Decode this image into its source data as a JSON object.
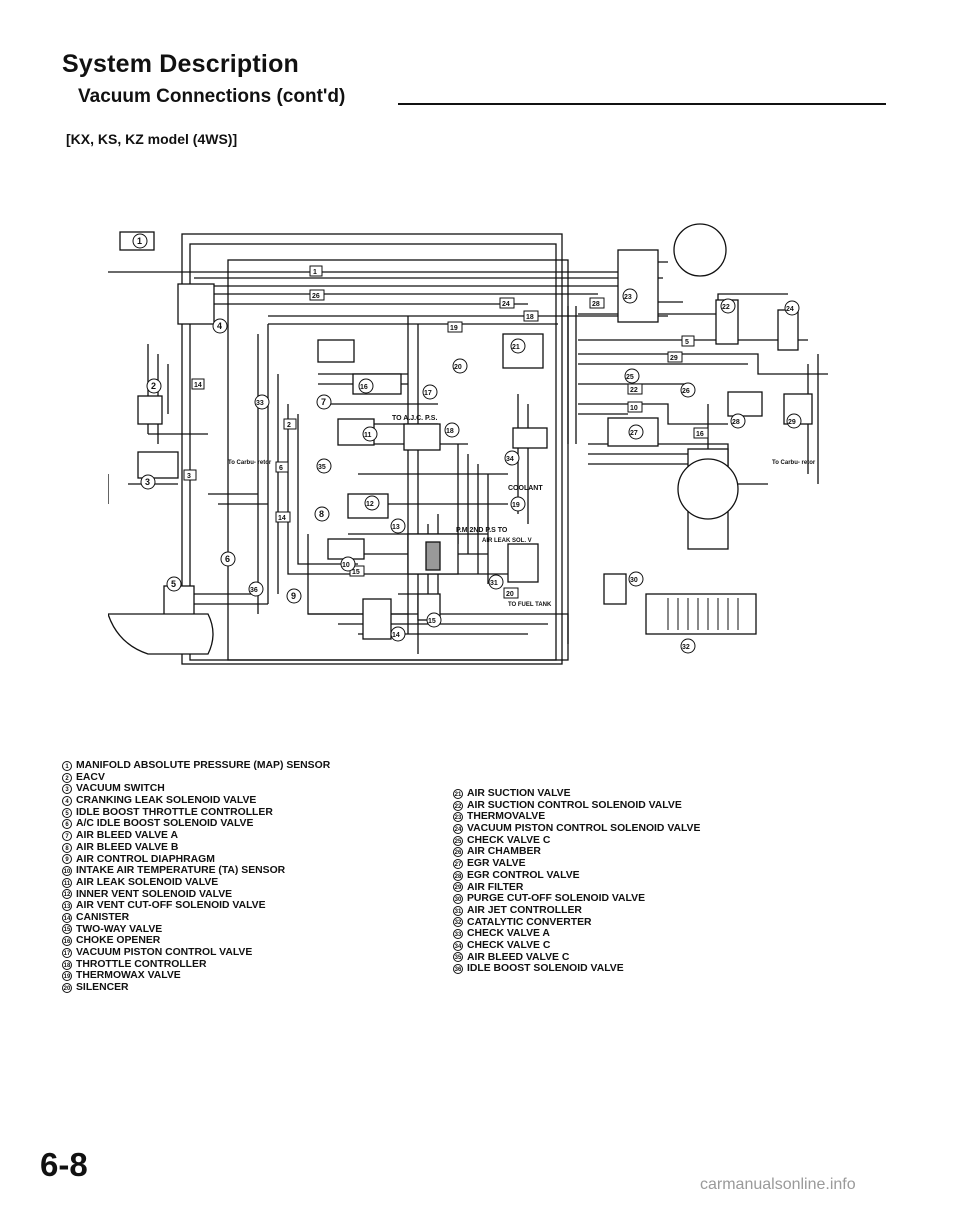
{
  "header": {
    "title": "System Description",
    "subtitle": "Vacuum Connections (cont'd)",
    "model": "[KX, KS, KZ model (4WS)]"
  },
  "diagram": {
    "labels": {
      "to_ajc_ps": "TO A.J.C. P.S.",
      "to_carburetor_left": "To Carbu- retor",
      "to_carburetor_right": "To Carbu- retor",
      "coolant": "COOLANT",
      "pm_2nd_ps_to": "P.M 2ND P.S TO",
      "air_leak_sol_v": "AIR LEAK SOL. V",
      "to_fuel_tank": "TO FUEL TANK"
    },
    "hose_numbers": [
      "1",
      "2",
      "3",
      "5",
      "6",
      "10",
      "11",
      "12",
      "14",
      "15",
      "16",
      "17",
      "18",
      "19",
      "20",
      "21",
      "22",
      "23",
      "24",
      "25",
      "26",
      "27",
      "28",
      "29"
    ]
  },
  "legend": {
    "left": [
      {
        "num": "1",
        "text": "MANIFOLD ABSOLUTE PRESSURE (MAP) SENSOR"
      },
      {
        "num": "2",
        "text": "EACV"
      },
      {
        "num": "3",
        "text": "VACUUM SWITCH"
      },
      {
        "num": "4",
        "text": "CRANKING LEAK SOLENOID VALVE"
      },
      {
        "num": "5",
        "text": "IDLE BOOST THROTTLE CONTROLLER"
      },
      {
        "num": "6",
        "text": "A/C IDLE BOOST SOLENOID VALVE"
      },
      {
        "num": "7",
        "text": "AIR BLEED VALVE A"
      },
      {
        "num": "8",
        "text": "AIR BLEED VALVE B"
      },
      {
        "num": "9",
        "text": "AIR CONTROL DIAPHRAGM"
      },
      {
        "num": "10",
        "text": "INTAKE AIR TEMPERATURE (TA) SENSOR"
      },
      {
        "num": "11",
        "text": "AIR LEAK SOLENOID VALVE"
      },
      {
        "num": "12",
        "text": "INNER VENT SOLENOID VALVE"
      },
      {
        "num": "13",
        "text": "AIR VENT CUT-OFF SOLENOID VALVE"
      },
      {
        "num": "14",
        "text": "CANISTER"
      },
      {
        "num": "15",
        "text": "TWO-WAY VALVE"
      },
      {
        "num": "16",
        "text": "CHOKE OPENER"
      },
      {
        "num": "17",
        "text": "VACUUM PISTON CONTROL VALVE"
      },
      {
        "num": "18",
        "text": "THROTTLE CONTROLLER"
      },
      {
        "num": "19",
        "text": "THERMOWAX VALVE"
      },
      {
        "num": "20",
        "text": "SILENCER"
      }
    ],
    "right": [
      {
        "num": "21",
        "text": "AIR SUCTION VALVE"
      },
      {
        "num": "22",
        "text": "AIR SUCTION CONTROL SOLENOID VALVE"
      },
      {
        "num": "23",
        "text": "THERMOVALVE"
      },
      {
        "num": "24",
        "text": "VACUUM PISTON CONTROL SOLENOID VALVE"
      },
      {
        "num": "25",
        "text": "CHECK VALVE C"
      },
      {
        "num": "26",
        "text": "AIR CHAMBER"
      },
      {
        "num": "27",
        "text": "EGR VALVE"
      },
      {
        "num": "28",
        "text": "EGR CONTROL VALVE"
      },
      {
        "num": "29",
        "text": "AIR FILTER"
      },
      {
        "num": "30",
        "text": "PURGE CUT-OFF SOLENOID VALVE"
      },
      {
        "num": "31",
        "text": "AIR JET CONTROLLER"
      },
      {
        "num": "32",
        "text": "CATALYTIC CONVERTER"
      },
      {
        "num": "33",
        "text": "CHECK VALVE A"
      },
      {
        "num": "34",
        "text": "CHECK VALVE C"
      },
      {
        "num": "35",
        "text": "AIR BLEED VALVE C"
      },
      {
        "num": "36",
        "text": "IDLE BOOST SOLENOID VALVE"
      }
    ]
  },
  "footer": {
    "page_number": "6-8",
    "watermark": "carmanualsonline.info"
  }
}
